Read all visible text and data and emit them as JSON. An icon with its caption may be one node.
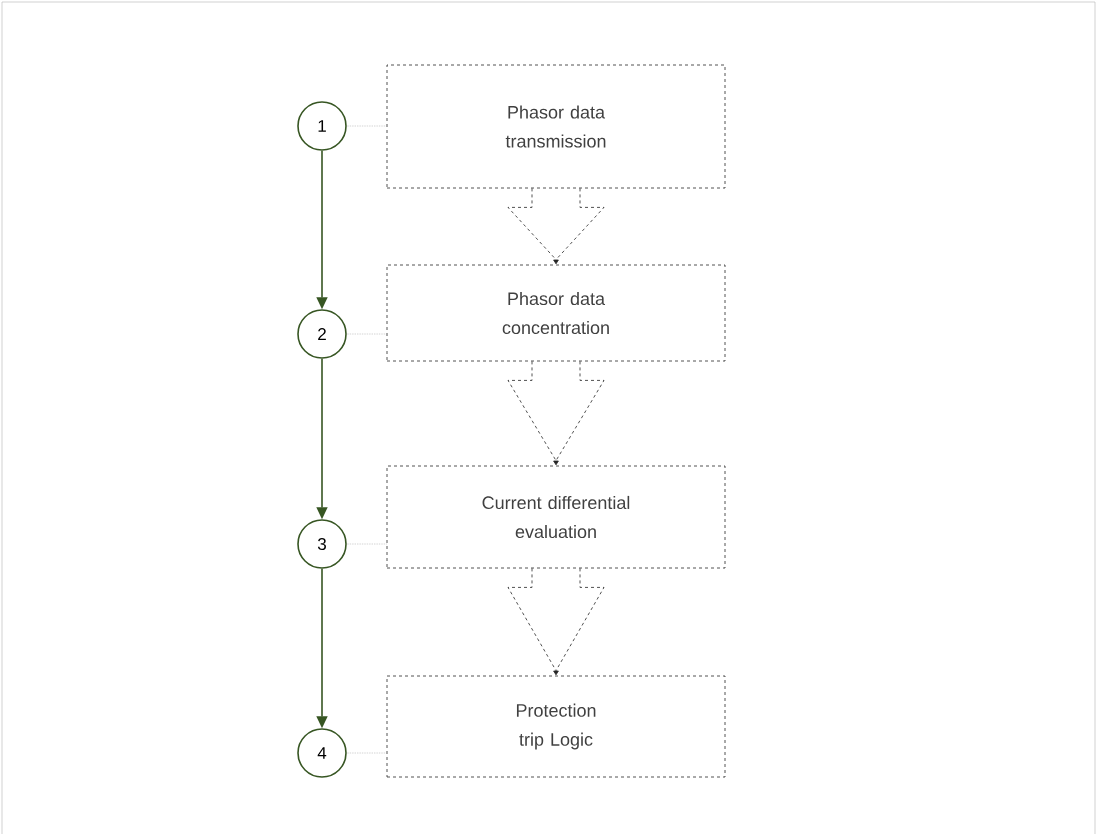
{
  "diagram": {
    "nodes": [
      {
        "text": [
          "1"
        ]
      },
      {
        "text": [
          "Phasor data transmission"
        ]
      },
      {
        "text": [
          "2"
        ]
      },
      {
        "text": [
          "Phasor data concentration"
        ]
      },
      {
        "text": [
          "3"
        ]
      },
      {
        "text": [
          "Current differential evaluation"
        ]
      },
      {
        "text": [
          "4"
        ]
      },
      {
        "text": [
          "Protection trip Logic"
        ]
      }
    ],
    "edges": [
      {
        "from": 0,
        "to": 2,
        "arrow": "to",
        "color": "#375623"
      },
      {
        "from": 2,
        "to": 4,
        "arrow": "to",
        "color": "#375623"
      },
      {
        "from": 4,
        "to": 6,
        "arrow": "to",
        "color": "#375623"
      },
      {
        "from": 0,
        "to": 1,
        "arrow": "none",
        "style": "dashed",
        "color": "#a6a6a6"
      },
      {
        "from": 2,
        "to": 3,
        "arrow": "none",
        "style": "dashed",
        "color": "#a6a6a6"
      },
      {
        "from": 4,
        "to": 5,
        "arrow": "none",
        "style": "dashed",
        "color": "#a6a6a6"
      },
      {
        "from": 6,
        "to": 7,
        "arrow": "none",
        "style": "dashed",
        "color": "#a6a6a6"
      },
      {
        "from": 1,
        "to": 3,
        "arrow": "to",
        "style": "dashed",
        "color": "#262626"
      },
      {
        "from": 3,
        "to": 5,
        "arrow": "to",
        "style": "dashed",
        "color": "#262626"
      },
      {
        "from": 5,
        "to": 7,
        "arrow": "to",
        "style": "dashed",
        "color": "#262626"
      }
    ]
  }
}
